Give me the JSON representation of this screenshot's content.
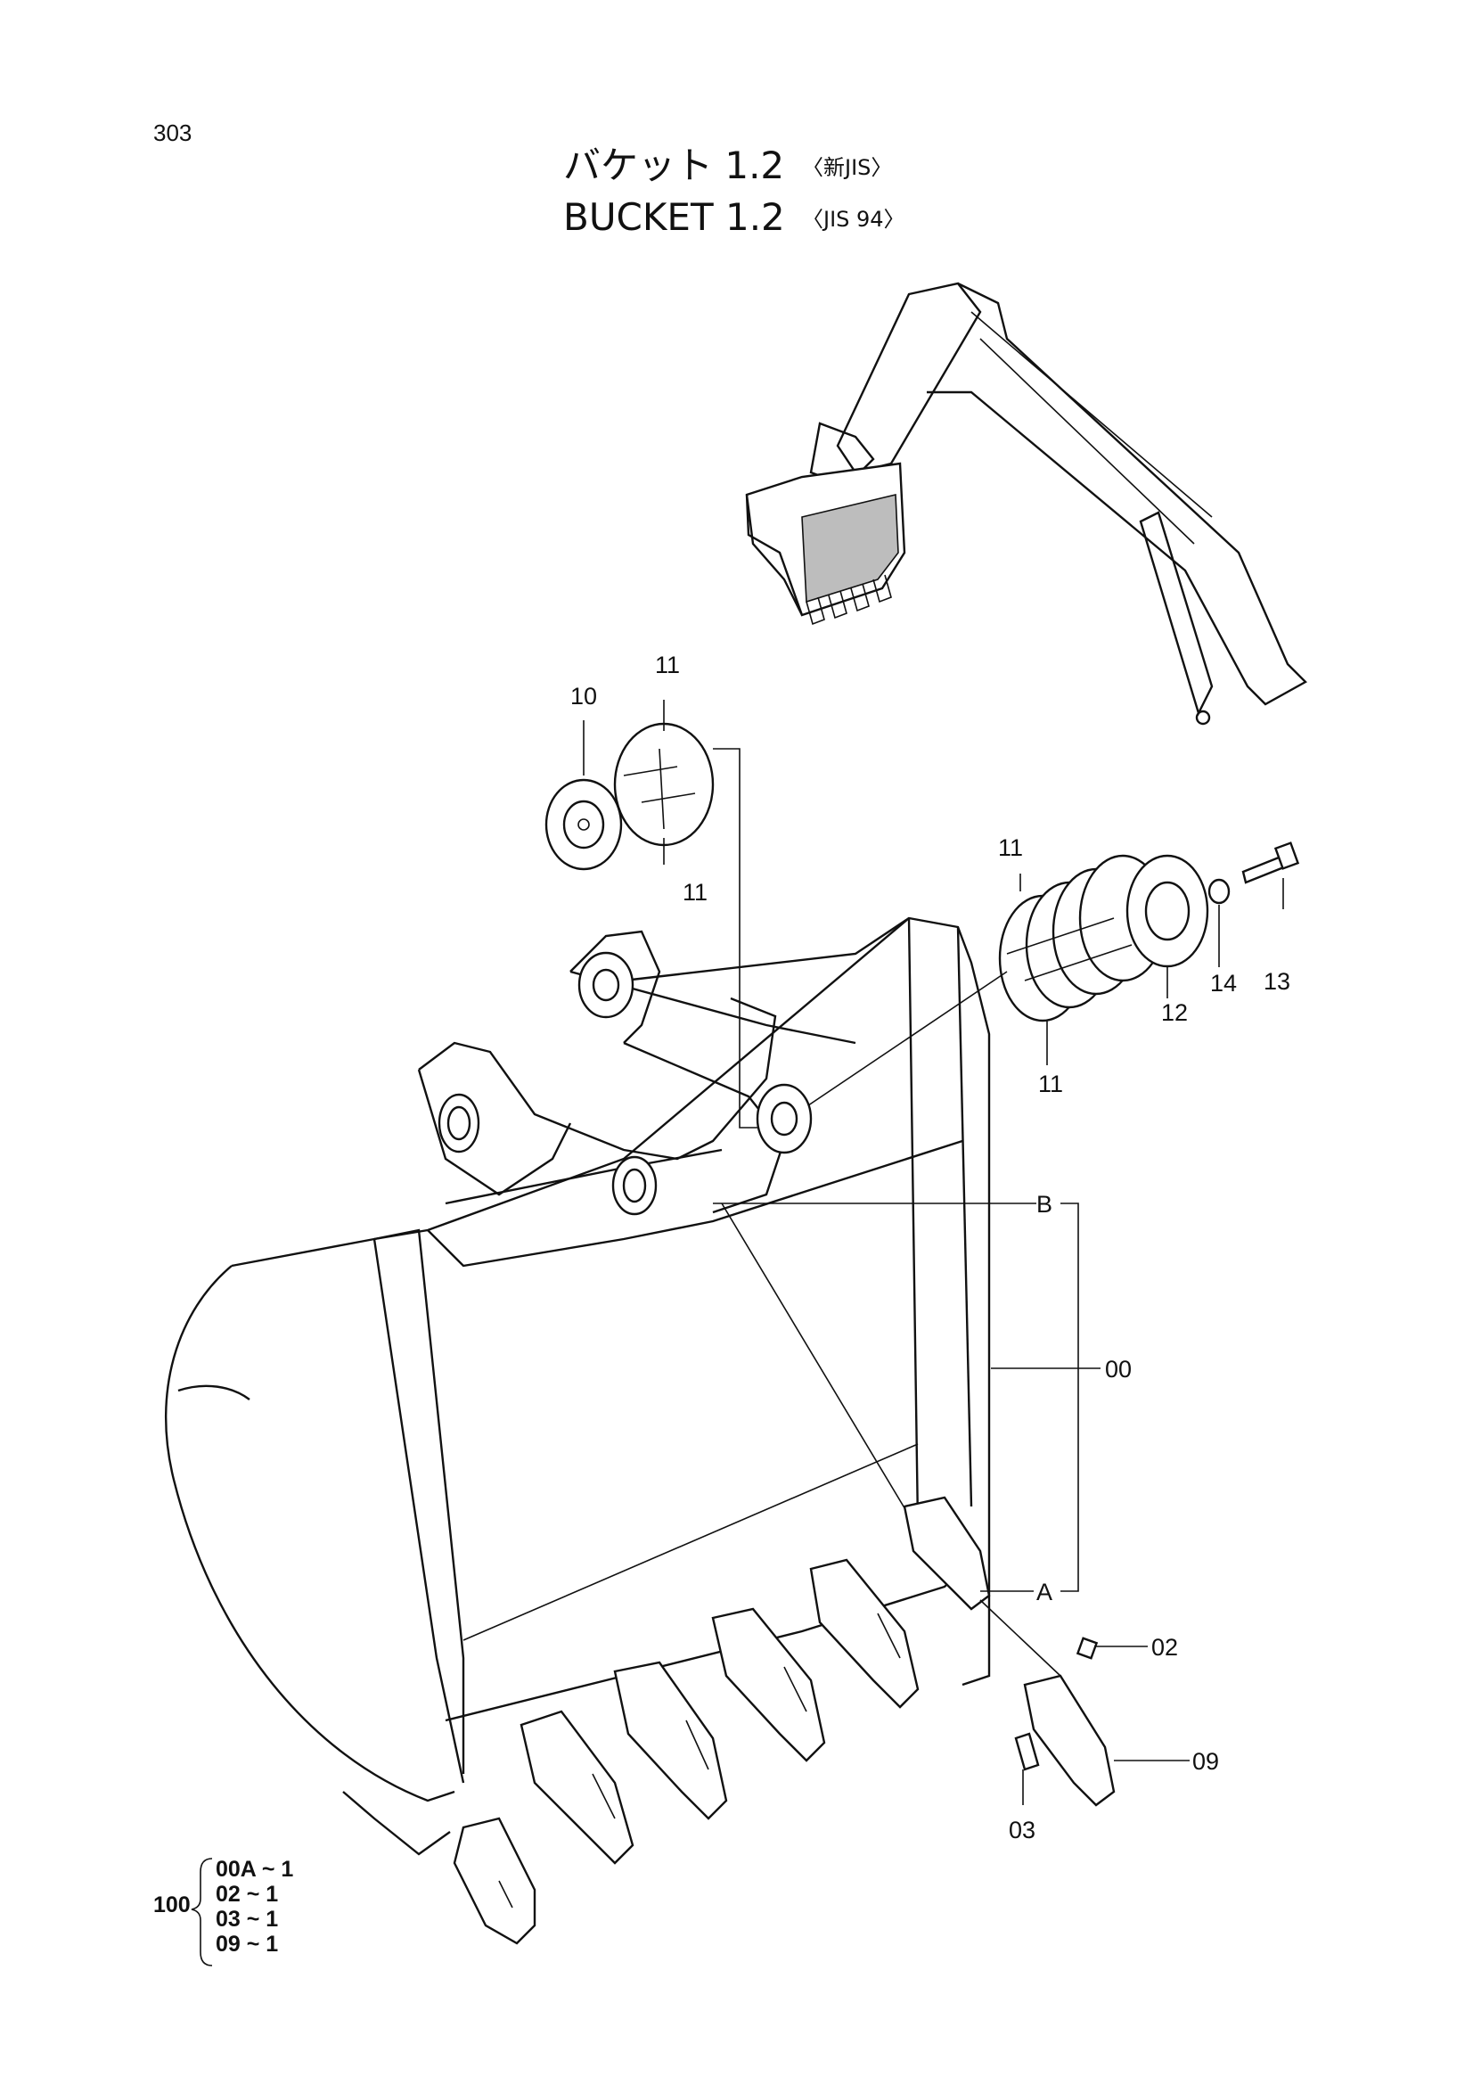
{
  "page_number": "303",
  "title_jp": "バケット 1.2",
  "title_jp_std": "〈新JIS〉",
  "title_en": "BUCKET 1.2",
  "title_en_std": "〈JIS 94〉",
  "part_labels": {
    "p10": "10",
    "p11_upper_top": "11",
    "p11_upper_bottom": "11",
    "p11_right_top": "11",
    "p11_right_bottom": "11",
    "p12": "12",
    "p13": "13",
    "p14": "14",
    "b": "B",
    "p00": "00",
    "a": "A",
    "p02": "02",
    "p09": "09",
    "p03": "03"
  },
  "kit": {
    "number": "100",
    "items": [
      "00A ~ 1",
      "02  ~ 1",
      "03  ~ 1",
      "09  ~ 1"
    ]
  }
}
